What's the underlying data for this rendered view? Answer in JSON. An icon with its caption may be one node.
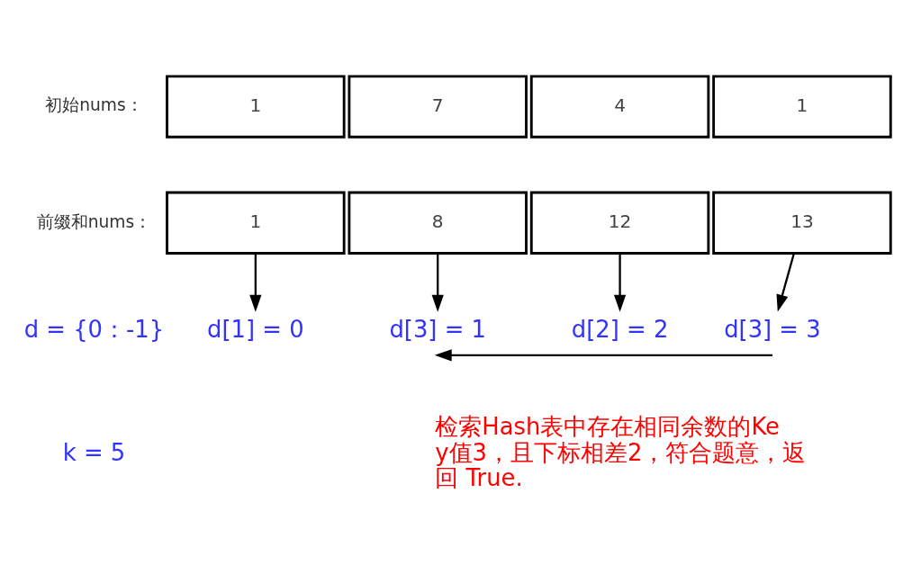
{
  "diagram": {
    "nodes": [
      {
        "text": [
          "1"
        ]
      },
      {
        "text": [
          "7"
        ]
      },
      {
        "text": [
          "4"
        ]
      },
      {
        "text": [
          "1"
        ]
      },
      {
        "text": [
          "1"
        ]
      },
      {
        "text": [
          "8"
        ]
      },
      {
        "text": [
          "12"
        ]
      },
      {
        "text": [
          "13"
        ]
      },
      {
        "text": [
          "d[1] = 0"
        ]
      },
      {
        "text": [
          "d[3] = 1"
        ]
      },
      {
        "text": [
          "d[2] = 2"
        ]
      },
      {
        "text": [
          "d[3] = 3"
        ]
      }
    ],
    "edges": [
      {
        "from": 4,
        "to": 8,
        "arrow": "to"
      },
      {
        "from": 5,
        "to": 9,
        "arrow": "to"
      },
      {
        "from": 6,
        "to": 10,
        "arrow": "to"
      },
      {
        "from": 7,
        "to": 11,
        "arrow": "to"
      },
      {
        "from": 11,
        "to": 9,
        "arrow": "to"
      }
    ],
    "labels": [
      "初始nums：",
      "前缀和nums：",
      "d = {0：-1}",
      "k = 5",
      "检索Hash表中存在相同余数的Key值3，且下标相差2，符合题意，返回 True."
    ]
  }
}
